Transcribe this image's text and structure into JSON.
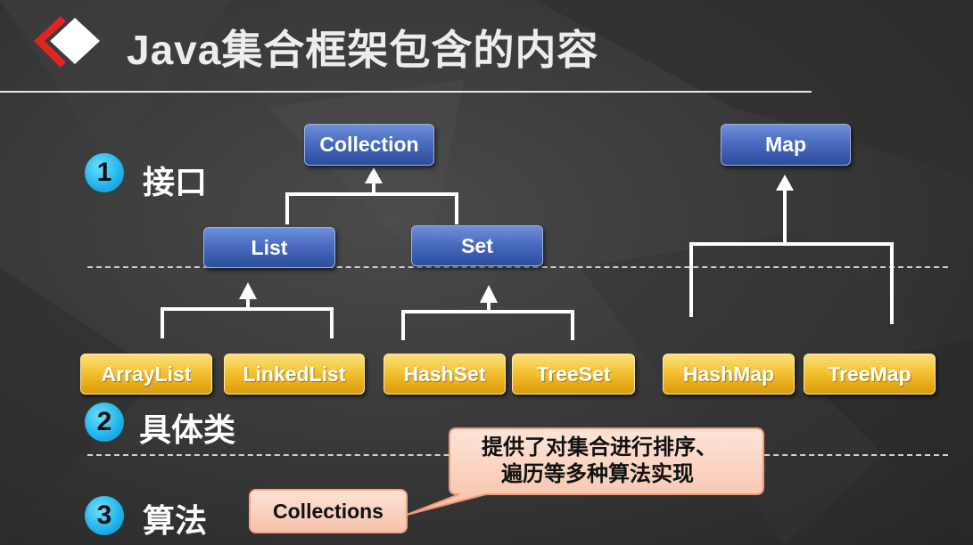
{
  "title": "Java集合框架包含的内容",
  "sections": [
    {
      "number": "1",
      "label": "接口"
    },
    {
      "number": "2",
      "label": "具体类"
    },
    {
      "number": "3",
      "label": "算法"
    }
  ],
  "interfaces": {
    "collection": "Collection",
    "list": "List",
    "set": "Set",
    "map": "Map"
  },
  "classes": {
    "arraylist": "ArrayList",
    "linkedlist": "LinkedList",
    "hashset": "HashSet",
    "treeset": "TreeSet",
    "hashmap": "HashMap",
    "treemap": "TreeMap"
  },
  "algorithm": {
    "class_name": "Collections",
    "callout_line1": "提供了对集合进行排序、",
    "callout_line2": "遍历等多种算法实现"
  },
  "colors": {
    "accent_red": "#e02424",
    "interface_blue": "#3f60b3",
    "class_gold": "#f2bf2d",
    "number_cyan": "#1eb2ea",
    "callout_fill": "#fbd4c0"
  }
}
